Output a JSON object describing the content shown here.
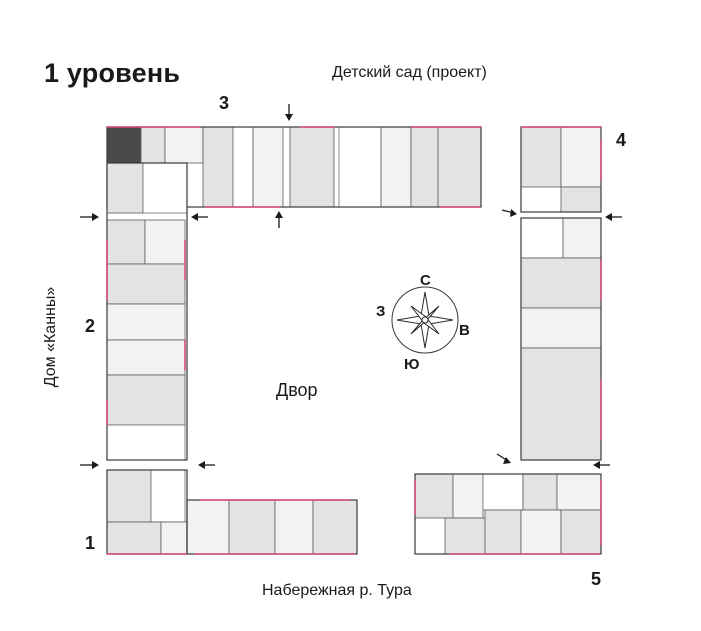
{
  "title": "1 уровень",
  "top_caption": "Детский сад (проект)",
  "bottom_caption": "Набережная р. Тура",
  "left_caption": "Дом «Канны»",
  "yard_label": "Двор",
  "sections": [
    "1",
    "2",
    "3",
    "4",
    "5"
  ],
  "compass": {
    "north": "С",
    "east": "В",
    "south": "Ю",
    "west": "З"
  },
  "colors": {
    "window_accent": "#d9477a",
    "room_fill": "#e3e3e3",
    "highlight_unit": "#4a4a4a"
  }
}
